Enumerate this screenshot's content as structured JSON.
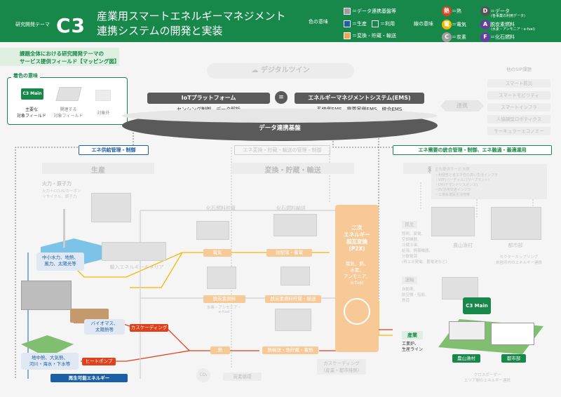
{
  "header": {
    "theme_label": "研究開発テーマ",
    "code": "C3",
    "title_line1": "産業用スマートエネルギーマネジメント",
    "title_line2": "連携システムの開発と実装",
    "color_meaning": "色の意味",
    "line_meaning": "線の意味",
    "legend_data_platform": "＝データ連携基盤等",
    "legend_production": "＝生産",
    "legend_use": "＝利用",
    "legend_conversion": "＝変換・貯蔵・輸送",
    "legend_heat": "＝熱",
    "legend_data": "＝データ",
    "legend_data_sub": "(各事業の利用データ)",
    "legend_electricity": "＝電気",
    "legend_decarbon_fuel": "脱炭素燃料",
    "legend_decarbon_sub": "(水素・アンモニア・e-fuel)",
    "legend_coal": "＝炭素",
    "legend_fossil": "＝化石燃料",
    "letter_heat": "熱",
    "letter_elec": "電",
    "letter_fuel": "A",
    "letter_data": "D",
    "letter_carbon": "C",
    "letter_fossil": "F"
  },
  "left_panel": {
    "subtitle_line1": "課題全体における研究開発テーマの",
    "subtitle_line2": "サービス提供フィールド【マッピング図】",
    "legend_title": "着色の意味",
    "main_badge": "C3 Main Field",
    "main_target": "主要な\n対象フィールド",
    "related_target": "関連する\n対象フィールド",
    "outside_target": "対象外"
  },
  "platform": {
    "digital_twin": "デジタルツイン",
    "iot": "IoTプラットフォーム",
    "iot_sub": "センシング制御、データ解析",
    "ems": "エネルギーマネジメントシステム(EMS)",
    "ems_sub": "系統側EMS、需要家側EMS、統合EMS",
    "base": "データ連携基盤",
    "link": "連携"
  },
  "sip": {
    "title": "他のSIP課題",
    "items": [
      "スマート防災",
      "スマートモビリティ",
      "スマートインフラ",
      "人協調型ロボティクス",
      "サーキュラーエコノミー"
    ]
  },
  "sections": {
    "supply_mgmt": "エネ供給管理・制御",
    "conversion_mgmt": "エネ変換・貯蔵・輸送の管理・制御",
    "demand_mgmt": "エネ需要の統合管理・制御、エネ融通・最適運用",
    "production": "生産",
    "conversion": "変換・貯蔵・輸送",
    "use": "利用",
    "renewable": "再生可能エネルギー"
  },
  "production": {
    "thermal": "火力・原子力",
    "thermal_sub": "火力＋CCUS/カーボン\nリサイクル、原子力",
    "hydro": "中小水力、地熱、\n風力、太陽光等",
    "biomass": "バイオマス、\n太陽熱等",
    "geothermal": "地中熱、大気熱、\n河川・海水・下水等",
    "cascading": "カスケーディング",
    "heatpump": "ヒートポンプ"
  },
  "conversion": {
    "fossil_storage": "化石燃料貯蔵",
    "fossil_transport": "化石燃料輸送",
    "electricity": "電気",
    "transmission": "送配電・蓄電",
    "import_carrier": "輸入エネルギーキャリア",
    "decarbon_fuel": "脱炭素燃料",
    "decarbon_sub": "水素・アンモニア・\ne-fuel",
    "decarbon_storage": "脱炭素燃料貯蔵・輸送",
    "heat": "熱",
    "heat_transport": "熱輸送・熱貯蔵・蓄熱",
    "cascading": "カスケーディング",
    "cascading_sub": "(産業・都市排熱)",
    "carbon_cycle": "炭素循環",
    "co2": "CO₂",
    "p2x_title": "二次\nエネルギー\n相互変換\n(P2X)",
    "p2x_sub": "電気、熱、\n水素、\nアンモニア、\ne-fuel"
  },
  "use": {
    "commercial": "民生",
    "commercial_sub": "照明、家電、\n空調機器、\n冷蔵冷凍、\n給湯、情報機器、\n分散電源\n(再エネ発電、蓄電池など)",
    "transport": "運輸",
    "transport_sub": "自動車、\n航空機・船舶、\n鉄道",
    "industry": "産業",
    "industry_sub": "工業炉、\n生産ライン",
    "services_title": "主な提供サービス例",
    "services": [
      "・利便性と省エネ性の高い生活インフラ",
      "・VPP(バーチャルパワープラント)",
      "・DR(デマンドリスポンス)",
      "・EV活用交通インフラ",
      "・工場系選民生活地帯"
    ],
    "village": "農山漁村",
    "city": "都市部",
    "sector_coupling": "セクターカップリング\n自営所内のエネルギー連携",
    "cross_border": "クロスボーダー\nエリア間のエネルギー連携",
    "main_badge": "C3 Main Field"
  },
  "colors": {
    "green": "#17884a",
    "blue": "#1b5fa8",
    "orange": "#f0a550",
    "red": "#e1401b",
    "yellow": "#f5b800",
    "purple": "#6a3ea1",
    "gray": "#5a5a5a"
  }
}
